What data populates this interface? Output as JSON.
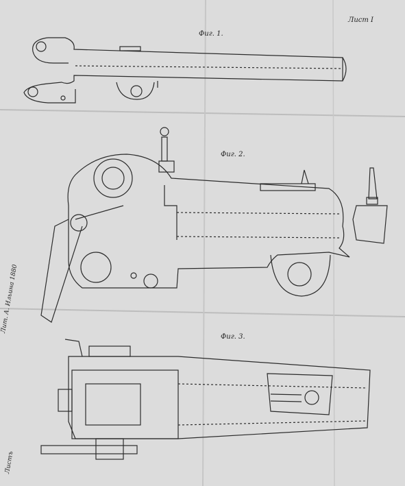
{
  "document": {
    "plate_label": "Лист I",
    "figure_labels": [
      "Фиг. 1.",
      "Фиг. 2.",
      "Фиг. 3."
    ],
    "margin_note_1": "Лит. А. Ильина 1880",
    "margin_note_2": "Листъ"
  },
  "colors": {
    "paper": "#dcdcdc",
    "ink": "#2b2b2b"
  }
}
